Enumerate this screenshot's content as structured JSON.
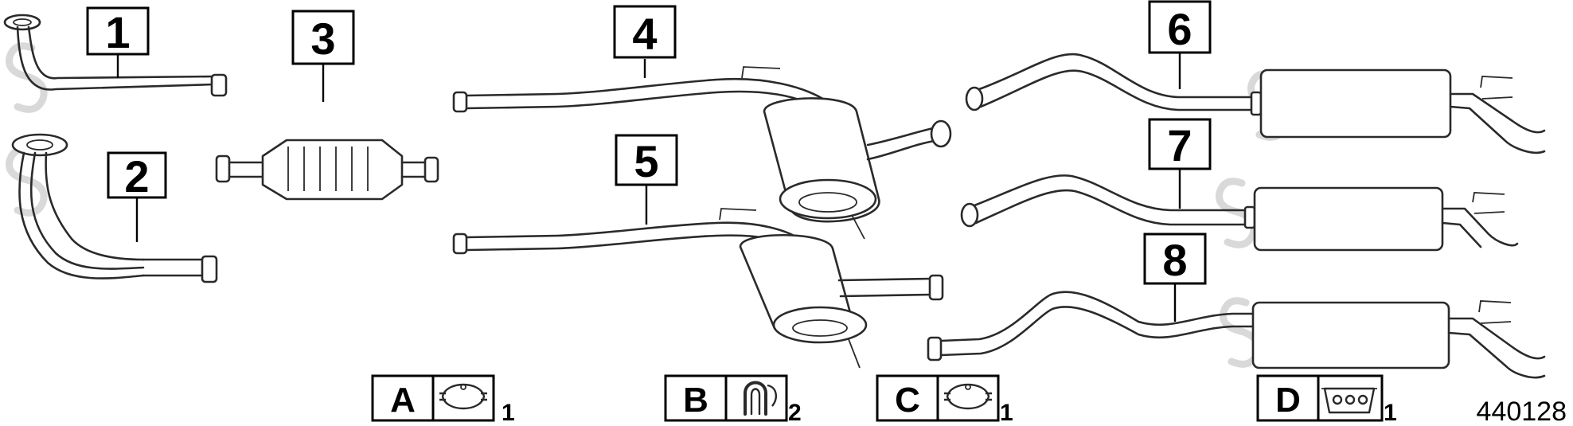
{
  "parts": [
    {
      "id": "1",
      "label": "1"
    },
    {
      "id": "2",
      "label": "2"
    },
    {
      "id": "3",
      "label": "3"
    },
    {
      "id": "4",
      "label": "4"
    },
    {
      "id": "5",
      "label": "5"
    },
    {
      "id": "6",
      "label": "6"
    },
    {
      "id": "7",
      "label": "7"
    },
    {
      "id": "8",
      "label": "8"
    }
  ],
  "legend": [
    {
      "letter": "A",
      "icon": "pipe-clamp-icon",
      "qty": "1"
    },
    {
      "letter": "B",
      "icon": "u-bolt-icon",
      "qty": "2"
    },
    {
      "letter": "C",
      "icon": "pipe-clamp-icon",
      "qty": "1"
    },
    {
      "letter": "D",
      "icon": "rubber-mount-icon",
      "qty": "1"
    }
  ],
  "reference_number": "440128",
  "colors": {
    "line": "#2a2a2a",
    "text": "#000000",
    "watermark": "#d9d9d9"
  }
}
